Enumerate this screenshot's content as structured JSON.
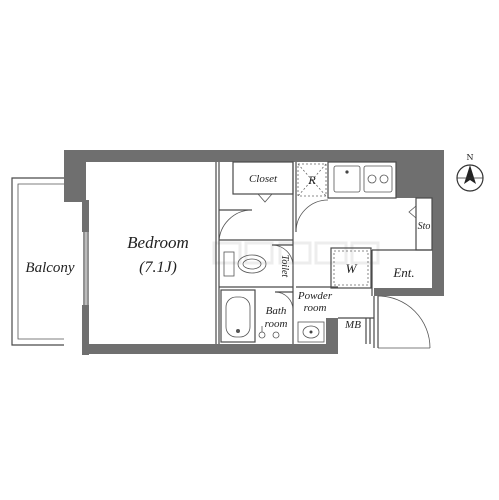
{
  "plan": {
    "rooms": {
      "bedroom": {
        "name": "Bedroom",
        "size": "(7.1J)"
      },
      "balcony": "Balcony",
      "closet": "Closet",
      "refrigerator": "R",
      "storage": "Sto",
      "toilet": "Toilet",
      "washer": "W",
      "entrance": "Ent.",
      "bath_line1": "Bath",
      "bath_line2": "room",
      "powder_line1": "Powder",
      "powder_line2": "room",
      "meter_box": "MB"
    },
    "compass_label": "N"
  }
}
